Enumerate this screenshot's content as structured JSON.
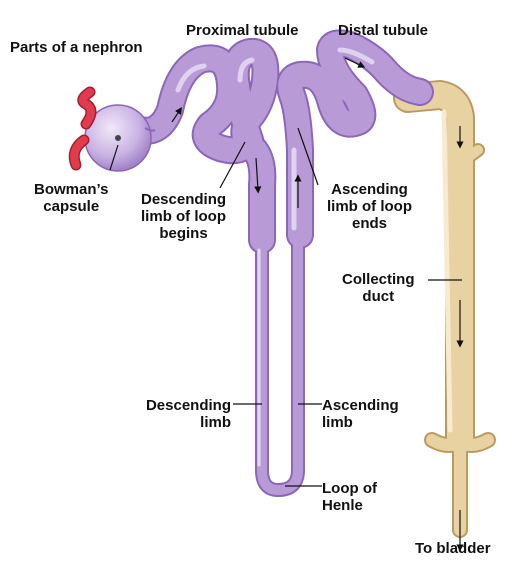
{
  "title": "Parts of a nephron",
  "labels": {
    "proximal_tubule": "Proximal tubule",
    "distal_tubule": "Distal tubule",
    "bowmans_capsule": [
      "Bowman’s",
      "capsule"
    ],
    "descending_limb_begins": [
      "Descending",
      "limb of loop",
      "begins"
    ],
    "ascending_limb_ends": [
      "Ascending",
      "limb of loop",
      "ends"
    ],
    "collecting_duct": [
      "Collecting",
      "duct"
    ],
    "descending_limb": [
      "Descending",
      "limb"
    ],
    "ascending_limb": [
      "Ascending",
      "limb"
    ],
    "loop_of_henle": [
      "Loop of",
      "Henle"
    ],
    "to_bladder": "To bladder"
  },
  "colors": {
    "tubule": "#b89ad6",
    "tubule_shadow": "#8c66b8",
    "tubule_highlight": "#e6d8f4",
    "capsule": "#c9b3e3",
    "afferent_vessel": "#e23b4e",
    "collecting_duct": "#e8d2a2",
    "collecting_duct_shadow": "#b99b62",
    "leader_line": "#111111"
  }
}
